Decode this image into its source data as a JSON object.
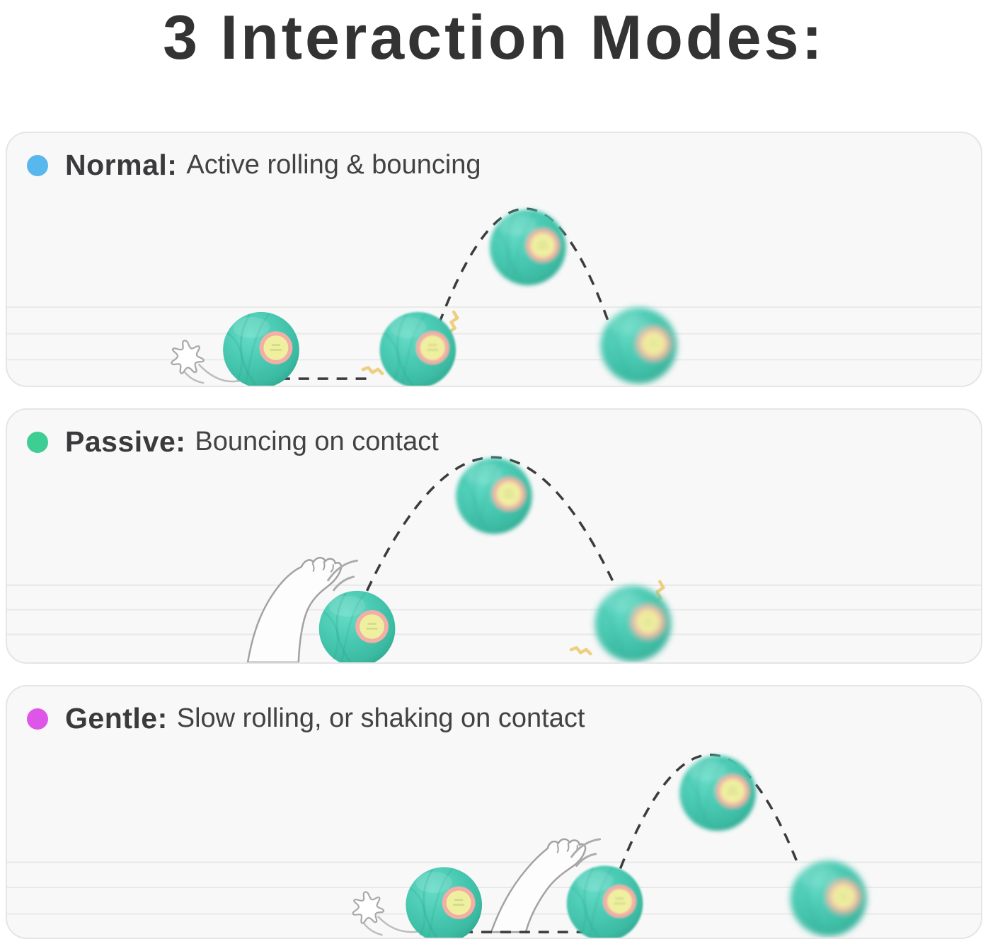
{
  "title": "3 Interaction Modes:",
  "modes": [
    {
      "label": "Normal:",
      "description": "Active rolling & bouncing",
      "dot_color": "#58B8ED"
    },
    {
      "label": "Passive:",
      "description": "Bouncing on contact",
      "dot_color": "#3ECD92"
    },
    {
      "label": "Gentle:",
      "description": "Slow rolling, or shaking on contact",
      "dot_color": "#DE56E8"
    }
  ],
  "icons": {
    "ball": "pet-ball",
    "paw_print": "paw-print-icon",
    "cat_leg": "cat-paw-leg-icon",
    "impact": "impact-squiggle-icon",
    "trajectory": "dashed-trajectory"
  },
  "colors": {
    "ball_teal": "#49C9B2",
    "ball_eye_pink": "#F3AEA6",
    "ball_eye_yellow": "#EEF0A0",
    "trajectory_dash": "#3B3B3D",
    "impact_squiggle": "#EECF7F",
    "panel_bg": "#F8F8F8",
    "panel_border": "#E5E5E5",
    "floor_line": "#E9E9E9",
    "title_color": "#333333"
  }
}
